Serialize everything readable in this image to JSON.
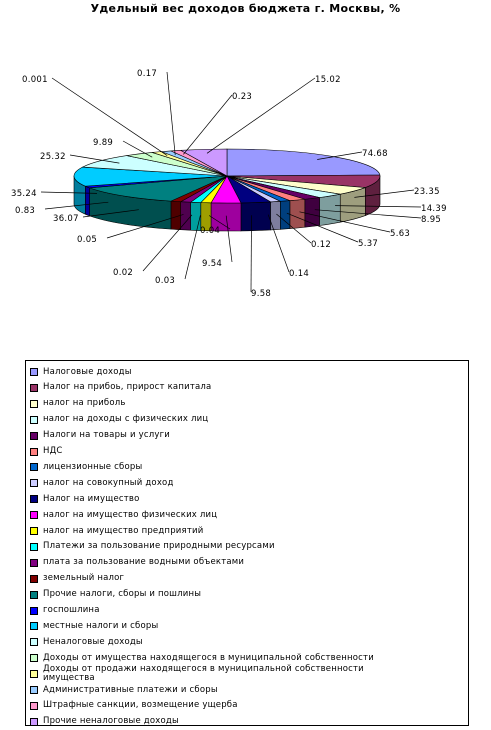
{
  "chart_data": {
    "type": "pie",
    "title": "Удельный вес доходов бюджета г. Москвы, %",
    "data_labels": [
      "74.68",
      "23.35",
      "14.39",
      "8.95",
      "5.63",
      "5.37",
      "0.12",
      "0.14",
      "9.58",
      "9.54",
      "0.04",
      "0.03",
      "0.02",
      "0.05",
      "36.07",
      "0.83",
      "35.24",
      "25.32",
      "9.89",
      "0.001",
      "0.17",
      "0.23",
      "15.02"
    ],
    "slices": [
      {
        "label": "Налоговые доходы",
        "value": 74.68,
        "color": "#9999ff"
      },
      {
        "label": "Налог на прибоь, прирост капитала",
        "value": 23.35,
        "color": "#993366"
      },
      {
        "label": "налог на приболь",
        "value": 14.39,
        "color": "#ffffcc"
      },
      {
        "label": "налог на доходы с физических лиц",
        "value": 8.95,
        "color": "#ccffff"
      },
      {
        "label": "Налоги на товары и услуги",
        "value": 5.63,
        "color": "#660066"
      },
      {
        "label": "НДС",
        "value": 5.37,
        "color": "#ff8080"
      },
      {
        "label": "лицензионные сборы",
        "value": 0.12,
        "color": "#0066cc"
      },
      {
        "label": "налог на совокупный доход",
        "value": 0.14,
        "color": "#ccccff"
      },
      {
        "label": "Налог на имущество",
        "value": 9.58,
        "color": "#000080"
      },
      {
        "label": "налог на имущество физических лиц",
        "value": 9.54,
        "color": "#ff00ff"
      },
      {
        "label": "налог на имущество предприятий",
        "value": 0.04,
        "color": "#ffff00"
      },
      {
        "label": "Платежи за пользование природными ресурсами",
        "value": 0.03,
        "color": "#00ffff"
      },
      {
        "label": "плата за пользование водными объектами",
        "value": 0.02,
        "color": "#800080"
      },
      {
        "label": "земельный налог",
        "value": 0.05,
        "color": "#800000"
      },
      {
        "label": "Прочие налоги, сборы и пошлины",
        "value": 36.07,
        "color": "#008080"
      },
      {
        "label": "госпошлина",
        "value": 0.83,
        "color": "#0000ff"
      },
      {
        "label": "местные налоги и сборы",
        "value": 35.24,
        "color": "#00ccff"
      },
      {
        "label": "Неналоговые доходы",
        "value": 25.32,
        "color": "#ccffff"
      },
      {
        "label": "Доходы от имущества находящегося в муниципальной собственности",
        "value": 9.89,
        "color": "#ccffcc"
      },
      {
        "label": "Доходы от продажи находящегося в муниципальной собственности\nимущества",
        "value": 0.001,
        "color": "#ffff99"
      },
      {
        "label": "Административные платежи и сборы",
        "value": 0.17,
        "color": "#99ccff"
      },
      {
        "label": "Штрафные санкции, возмещение ущерба",
        "value": 0.23,
        "color": "#ff99cc"
      },
      {
        "label": "Прочие неналоговые доходы",
        "value": 15.02,
        "color": "#cc99ff"
      }
    ],
    "legend_position": "bottom"
  }
}
